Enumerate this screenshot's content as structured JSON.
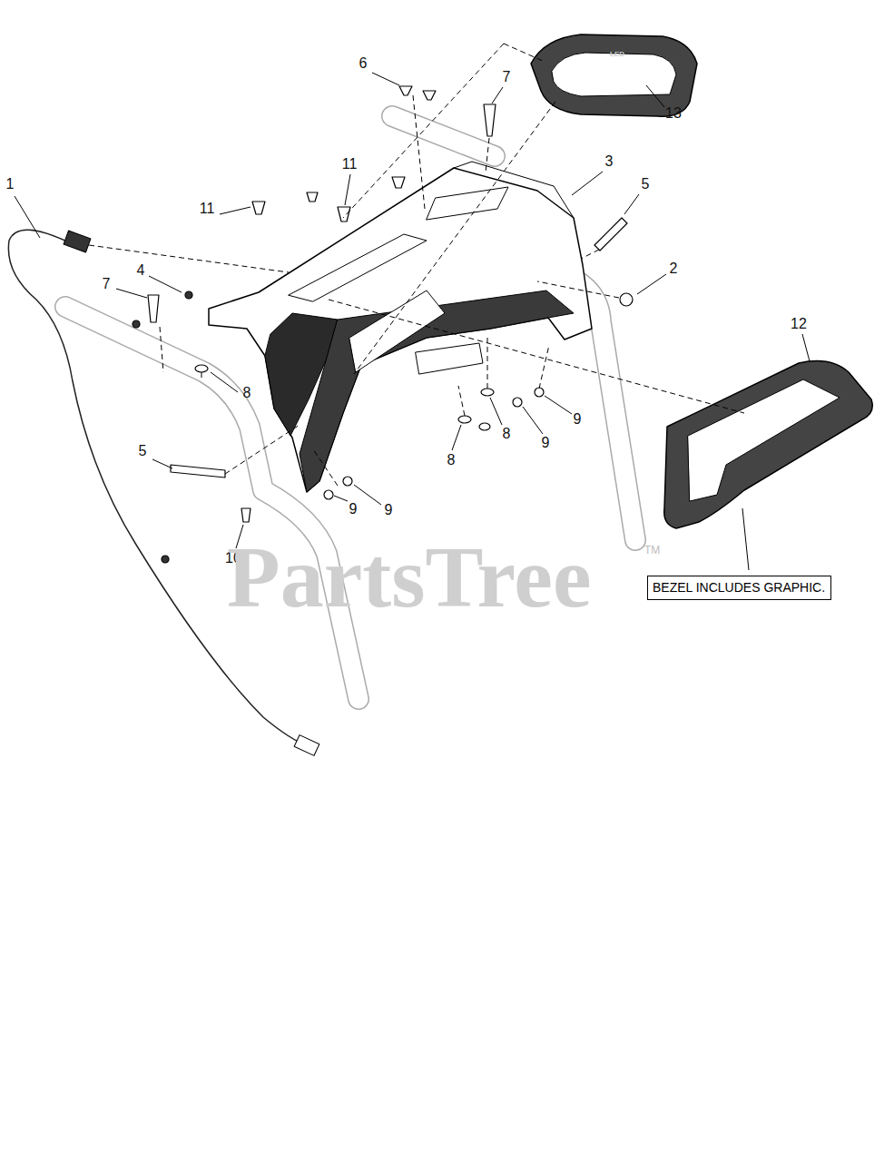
{
  "diagram": {
    "nodes": [
      {
        "text": [
          "BEZEL INCLUDES GRAPHIC."
        ]
      }
    ],
    "labels": [
      "6",
      "7",
      "13",
      "11",
      "11",
      "1",
      "3",
      "5",
      "4",
      "7",
      "2",
      "12",
      "8",
      "8",
      "9",
      "9",
      "8",
      "5",
      "9",
      "9",
      "10",
      "PartsTree",
      "TM",
      "LED"
    ]
  }
}
